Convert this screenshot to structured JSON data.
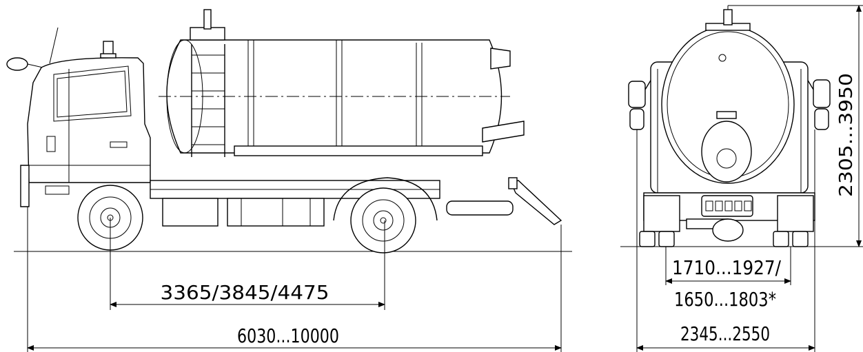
{
  "side_view": {
    "wheelbase_label": "3365/3845/4475",
    "length_label": "6030...10000"
  },
  "rear_view": {
    "track_label_line1": "1710...1927/",
    "track_label_line2": "1650...1803*",
    "width_label": "2345...2550",
    "height_label": "2305...3950"
  }
}
